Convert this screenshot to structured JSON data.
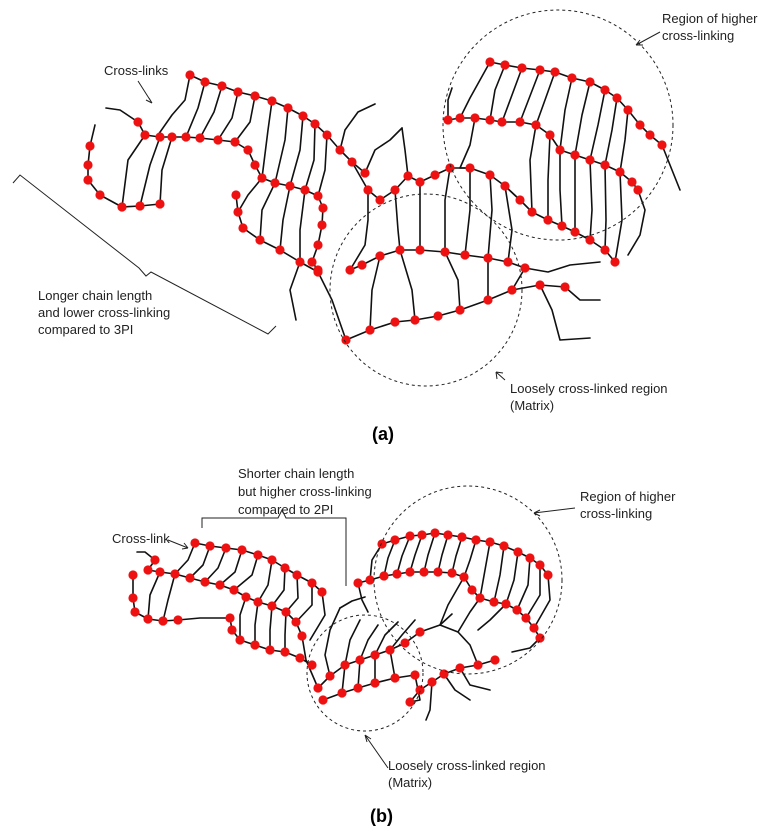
{
  "panel_a": {
    "label": "(a)",
    "crosslinks_label": "Cross-links",
    "high_region_label": [
      "Region of higher",
      "cross-linking"
    ],
    "chain_note": [
      "Longer chain length",
      "and lower cross-linking",
      "compared to 3PI"
    ],
    "matrix_label": [
      "Loosely cross-linked region",
      "(Matrix)"
    ]
  },
  "panel_b": {
    "label": "(b)",
    "crosslink_label": "Cross-link",
    "chain_note": [
      "Shorter chain length",
      "but higher cross-linking",
      "compared to 2PI"
    ],
    "high_region_label": [
      "Region of higher",
      "cross-linking"
    ],
    "matrix_label": [
      "Loosely cross-linked region",
      "(Matrix)"
    ]
  },
  "colors": {
    "crosslink_dot": "#ee1111",
    "chain": "#111111"
  }
}
